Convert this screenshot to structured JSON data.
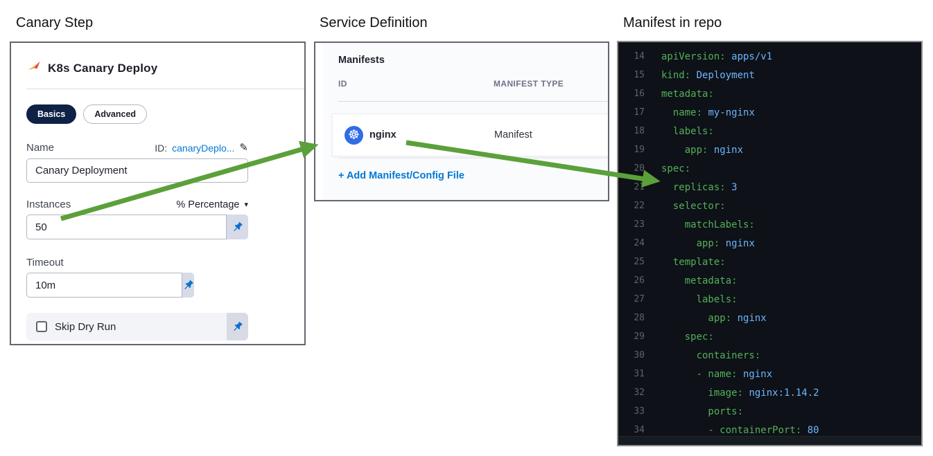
{
  "headings": {
    "left": "Canary Step",
    "middle": "Service Definition",
    "right": "Manifest in repo"
  },
  "canary_step": {
    "title": "K8s Canary Deploy",
    "tabs": [
      {
        "label": "Basics",
        "active": true
      },
      {
        "label": "Advanced",
        "active": false
      }
    ],
    "name_field": {
      "label": "Name",
      "id_prefix": "ID: ",
      "id_value": "canaryDeplo...",
      "value": "Canary Deployment"
    },
    "instances_field": {
      "label": "Instances",
      "unit_selected": "% Percentage",
      "value": "50"
    },
    "timeout_field": {
      "label": "Timeout",
      "value": "10m"
    },
    "skip_dry_run": {
      "label": "Skip Dry Run",
      "checked": false
    }
  },
  "service_definition": {
    "section_title": "Manifests",
    "columns": [
      "ID",
      "MANIFEST TYPE"
    ],
    "rows": [
      {
        "id": "nginx",
        "type": "Manifest",
        "icon": "kubernetes-icon"
      }
    ],
    "add_link": "+ Add Manifest/Config File"
  },
  "manifest_repo": {
    "lines": [
      {
        "n": "14",
        "key": "apiVersion:",
        "value": " apps/v1"
      },
      {
        "n": "15",
        "key": "kind:",
        "value": " Deployment"
      },
      {
        "n": "16",
        "key": "metadata:",
        "value": ""
      },
      {
        "n": "17",
        "key": "  name:",
        "value": " my-nginx"
      },
      {
        "n": "18",
        "key": "  labels:",
        "value": ""
      },
      {
        "n": "19",
        "key": "    app:",
        "value": " nginx"
      },
      {
        "n": "20",
        "key": "spec:",
        "value": ""
      },
      {
        "n": "21",
        "key": "  replicas:",
        "value": " 3"
      },
      {
        "n": "22",
        "key": "  selector:",
        "value": ""
      },
      {
        "n": "23",
        "key": "    matchLabels:",
        "value": ""
      },
      {
        "n": "24",
        "key": "      app:",
        "value": " nginx"
      },
      {
        "n": "25",
        "key": "  template:",
        "value": ""
      },
      {
        "n": "26",
        "key": "    metadata:",
        "value": ""
      },
      {
        "n": "27",
        "key": "      labels:",
        "value": ""
      },
      {
        "n": "28",
        "key": "        app:",
        "value": " nginx"
      },
      {
        "n": "29",
        "key": "    spec:",
        "value": ""
      },
      {
        "n": "30",
        "key": "      containers:",
        "value": ""
      },
      {
        "n": "31",
        "key": "      - name:",
        "value": " nginx"
      },
      {
        "n": "32",
        "key": "        image:",
        "value": " nginx:1.14.2"
      },
      {
        "n": "33",
        "key": "        ports:",
        "value": ""
      },
      {
        "n": "34",
        "key": "        - containerPort:",
        "value": " 80"
      }
    ]
  },
  "colors": {
    "accent_blue": "#0278d5",
    "kubernetes_blue": "#326ce5",
    "pill_navy": "#0f2246",
    "arrow_green": "#5ba03a",
    "code_background": "#0e1117",
    "code_key_green": "#54b05a",
    "code_value_blue": "#6cb6ff",
    "code_line_number": "#5d646d"
  }
}
